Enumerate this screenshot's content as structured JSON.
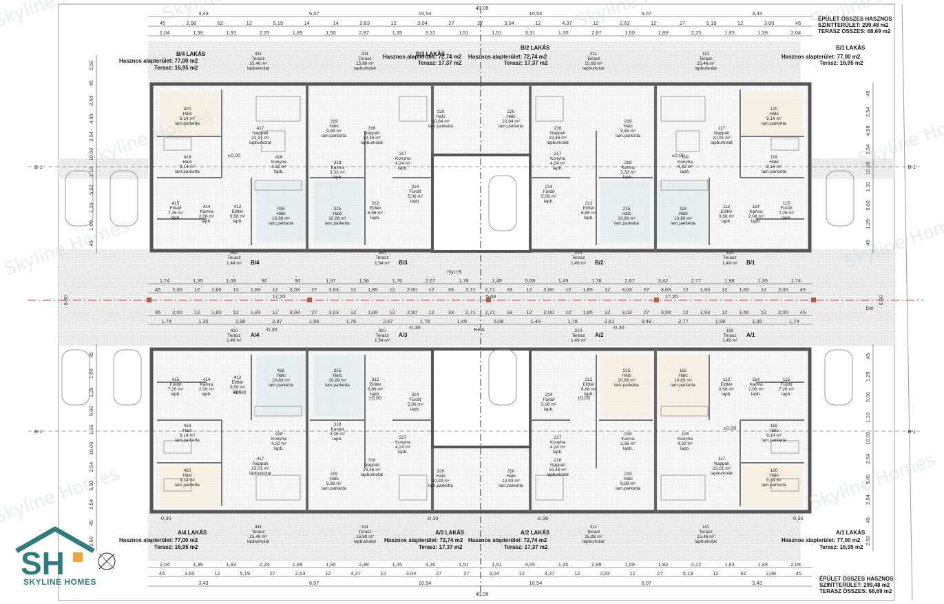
{
  "watermark": "Skyline Homes",
  "logo": {
    "initials": "SH",
    "name": "SKYLINE HOMES",
    "colors": {
      "primary": "#2f7b7e",
      "accent": "#f2a33a"
    }
  },
  "summary_top": {
    "line1": "ÉPÜLET ÖSSZES HASZNOS",
    "line2": "SZINTTERÜLET: 299,48 m2",
    "line3": "TERASZ ÖSSZES: 68,69 m2"
  },
  "summary_bottom": {
    "line1": "ÉPÜLET ÖSSZES HASZNOS",
    "line2": "SZINTTERÜLET: 299,48 m2",
    "line3": "TERASZ ÖSSZES: 68,69 m2"
  },
  "units_top": [
    {
      "code": "B/4 LAKÁS",
      "area": "Hasznos alapterület: 77,00 m2",
      "terrace": "Terasz: 16,95 m2"
    },
    {
      "code": "B/3 LAKÁS",
      "area": "Hasznos alapterület: 72,74 m2",
      "terrace": "Terasz: 17,37 m2"
    },
    {
      "code": "B/2 LAKÁS",
      "area": "Hasznos alapterület: 72,74 m2",
      "terrace": "Terasz: 17,37 m2"
    },
    {
      "code": "B/1 LAKÁS",
      "area": "Hasznos alapterület: 77,00 m2",
      "terrace": "Terasz: 16,95 m2"
    }
  ],
  "units_bottom": [
    {
      "code": "A/4 LAKÁS",
      "area": "Hasznos alapterület: 77,00 m2",
      "terrace": "Terasz: 16,95 m2"
    },
    {
      "code": "A/3 LAKÁS",
      "area": "Hasznos alapterület: 72,74 m2",
      "terrace": "Terasz: 17,37 m2"
    },
    {
      "code": "A/2 LAKÁS",
      "area": "Hasznos alapterület: 72,74 m2",
      "terrace": "Terasz: 17,37 m2"
    },
    {
      "code": "A/1 LAKÁS",
      "area": "Hasznos alapterület: 77,00 m2",
      "terrace": "Terasz: 16,95 m2"
    }
  ],
  "rooms_top": [
    {
      "num": "411",
      "name": "Terasz",
      "area": "15,46 m²",
      "floor": "lapburkolat"
    },
    {
      "num": "311",
      "name": "Terasz",
      "area": "15,88 m²",
      "floor": "lapburkolat"
    },
    {
      "num": "211",
      "name": "Terasz",
      "area": "15,88 m²",
      "floor": "lapburkolat"
    },
    {
      "num": "111",
      "name": "Terasz",
      "area": "15,46 m²",
      "floor": "lapburkolat"
    },
    {
      "num": "420",
      "name": "Háló",
      "area": "9,14 m²",
      "floor": "lam.parketta"
    },
    {
      "num": "417",
      "name": "Nappali",
      "area": "22,91 m²",
      "floor": "lapburkolat"
    },
    {
      "num": "319",
      "name": "Háló",
      "area": "9,88 m²",
      "floor": "lam.parketta"
    },
    {
      "num": "316",
      "name": "Nappali",
      "area": "19,46 m²",
      "floor": "lapburkolat"
    },
    {
      "num": "320",
      "name": "Háló",
      "area": "10,84 m²",
      "floor": "lam.parketta"
    },
    {
      "num": "220",
      "name": "Háló",
      "area": "10,84 m²",
      "floor": "lam.parketta"
    },
    {
      "num": "216",
      "name": "Nappali",
      "area": "19,46 m²",
      "floor": "lapburkolat"
    },
    {
      "num": "219",
      "name": "Háló",
      "area": "9,88 m²",
      "floor": "lam.parketta"
    },
    {
      "num": "117",
      "name": "Nappali",
      "area": "22,91 m²",
      "floor": "lapburkolat"
    },
    {
      "num": "120",
      "name": "Háló",
      "area": "9,14 m²",
      "floor": "lam.parketta"
    },
    {
      "num": "419",
      "name": "Háló",
      "area": "9,14 m²",
      "floor": "lam.parketta"
    },
    {
      "num": "418",
      "name": "Konyha",
      "area": "4,32 m²",
      "floor": "lapb."
    },
    {
      "num": "318",
      "name": "Kamra",
      "area": "3,33 m²",
      "floor": "lapb."
    },
    {
      "num": "317",
      "name": "Konyha",
      "area": "4,24 m²",
      "floor": "lapb."
    },
    {
      "num": "217",
      "name": "Konyha",
      "area": "4,24 m²",
      "floor": "lapb."
    },
    {
      "num": "218",
      "name": "Kamra",
      "area": "3,33 m²",
      "floor": "lapb."
    },
    {
      "num": "118",
      "name": "Konyha",
      "area": "4,32 m²",
      "floor": "lapb."
    },
    {
      "num": "119",
      "name": "Háló",
      "area": "9,14 m²",
      "floor": "lam.parketta"
    },
    {
      "num": "415",
      "name": "Fürdő",
      "area": "7,26 m²",
      "floor": "lapb."
    },
    {
      "num": "414",
      "name": "Kamra",
      "area": "2,06 m²",
      "floor": "lapb."
    },
    {
      "num": "412",
      "name": "Előtér",
      "area": "9,58 m²",
      "floor": "lapb."
    },
    {
      "num": "416",
      "name": "Háló",
      "area": "10,89 m²",
      "floor": "lam.parketta"
    },
    {
      "num": "315",
      "name": "Háló",
      "area": "10,89 m²",
      "floor": "lam.parketta"
    },
    {
      "num": "312",
      "name": "Előtér",
      "area": "6,86 m²",
      "floor": "lapb."
    },
    {
      "num": "314",
      "name": "Fürdő",
      "area": "5,06 m²",
      "floor": "lapb."
    },
    {
      "num": "214",
      "name": "Fürdő",
      "area": "5,06 m²",
      "floor": "lapb."
    },
    {
      "num": "212",
      "name": "Előtér",
      "area": "6,86 m²",
      "floor": "lapb."
    },
    {
      "num": "215",
      "name": "Háló",
      "area": "10,89 m²",
      "floor": "lam.parketta"
    },
    {
      "num": "116",
      "name": "Háló",
      "area": "10,89 m²",
      "floor": "lam.parketta"
    },
    {
      "num": "112",
      "name": "Előtér",
      "area": "9,58 m²",
      "floor": "lapb."
    },
    {
      "num": "114",
      "name": "Kamra",
      "area": "2,06 m²",
      "floor": "lapb."
    },
    {
      "num": "115",
      "name": "Fürdő",
      "area": "7,26 m²",
      "floor": "lapb."
    }
  ],
  "rooms_bottom": [
    {
      "num": "415",
      "name": "Fürdő",
      "area": "7,26 m²",
      "floor": "lapb."
    },
    {
      "num": "414",
      "name": "Kamra",
      "area": "2,06 m²",
      "floor": "lapb."
    },
    {
      "num": "412",
      "name": "Előtér",
      "area": "9,58 m²",
      "floor": "lapb."
    },
    {
      "num": "416",
      "name": "Háló",
      "area": "10,89 m²",
      "floor": "lam.parketta"
    },
    {
      "num": "315",
      "name": "Háló",
      "area": "10,89 m²",
      "floor": "lam.parketta"
    },
    {
      "num": "312",
      "name": "Előtér",
      "area": "6,86 m²",
      "floor": "lapb."
    },
    {
      "num": "314",
      "name": "Fürdő",
      "area": "5,06 m²",
      "floor": "lapb."
    },
    {
      "num": "214",
      "name": "Fürdő",
      "area": "5,06 m²",
      "floor": "lapb."
    },
    {
      "num": "212",
      "name": "Előtér",
      "area": "6,86 m²",
      "floor": "lapb."
    },
    {
      "num": "215",
      "name": "Háló",
      "area": "10,89 m²",
      "floor": "lam.parketta"
    },
    {
      "num": "116",
      "name": "Háló",
      "area": "10,89 m²",
      "floor": "lam.parketta"
    },
    {
      "num": "112",
      "name": "Előtér",
      "area": "9,58 m²",
      "floor": "lapb."
    },
    {
      "num": "114",
      "name": "Kamra",
      "area": "2,06 m²",
      "floor": "lapb."
    },
    {
      "num": "115",
      "name": "Fürdő",
      "area": "7,26 m²",
      "floor": "lapb."
    },
    {
      "num": "419",
      "name": "Háló",
      "area": "9,14 m²",
      "floor": "lam.parketta"
    },
    {
      "num": "418",
      "name": "Konyha",
      "area": "4,32 m²",
      "floor": "lapb."
    },
    {
      "num": "318",
      "name": "Kamra",
      "area": "3,36 m²",
      "floor": "lapb."
    },
    {
      "num": "317",
      "name": "Konyha",
      "area": "4,24 m²",
      "floor": "lapb."
    },
    {
      "num": "217",
      "name": "Konyha",
      "area": "4,24 m²",
      "floor": "lapb."
    },
    {
      "num": "218",
      "name": "Kamra",
      "area": "3,36 m²",
      "floor": "lapb."
    },
    {
      "num": "118",
      "name": "Konyha",
      "area": "4,32 m²",
      "floor": "lapb."
    },
    {
      "num": "119",
      "name": "Háló",
      "area": "9,14 m²",
      "floor": "lam.parketta"
    },
    {
      "num": "417",
      "name": "Nappali",
      "area": "23,01 m²",
      "floor": "lapburkolat"
    },
    {
      "num": "420",
      "name": "Háló",
      "area": "9,14 m²",
      "floor": "lam.parketta"
    },
    {
      "num": "319",
      "name": "Háló",
      "area": "9,98 m²",
      "floor": "lam.parketta"
    },
    {
      "num": "316",
      "name": "Nappali",
      "area": "19,46 m²",
      "floor": "lapburkolat"
    },
    {
      "num": "320",
      "name": "Háló",
      "area": "10,93 m²",
      "floor": "lam.parketta"
    },
    {
      "num": "220",
      "name": "Háló",
      "area": "10,93 m²",
      "floor": "lam.parketta"
    },
    {
      "num": "216",
      "name": "Nappali",
      "area": "19,46 m²",
      "floor": "lapburkolat"
    },
    {
      "num": "219",
      "name": "Háló",
      "area": "9,98 m²",
      "floor": "lam.parketta"
    },
    {
      "num": "117",
      "name": "Nappali",
      "area": "23,01 m²",
      "floor": "lapburkolat"
    },
    {
      "num": "120",
      "name": "Háló",
      "area": "9,14 m²",
      "floor": "lam.parketta"
    },
    {
      "num": "411",
      "name": "Terasz",
      "area": "15,46 m²",
      "floor": "lapburkolat"
    },
    {
      "num": "311",
      "name": "Terasz",
      "area": "15,88 m²",
      "floor": "lapburkolat"
    },
    {
      "num": "211",
      "name": "Terasz",
      "area": "15,88 m²",
      "floor": "lapburkolat"
    },
    {
      "num": "111",
      "name": "Terasz",
      "area": "15,46 m²",
      "floor": "lapburkolat"
    }
  ],
  "entrances_top": [
    {
      "num": "410",
      "name": "Terasz",
      "area": "1,49 m²",
      "code": "B/4"
    },
    {
      "num": "310",
      "name": "Terasz",
      "area": "1,54 m²",
      "code": "B/3"
    },
    {
      "num": "210",
      "name": "Terasz",
      "area": "1,49 m²",
      "code": "B/2"
    },
    {
      "num": "110",
      "name": "Terasz",
      "area": "1,49 m²",
      "code": "B/1"
    }
  ],
  "entrances_bottom": [
    {
      "num": "410",
      "name": "Terasz",
      "area": "1,49 m²",
      "code": "A/4"
    },
    {
      "num": "310",
      "name": "Terasz",
      "area": "1,54 m²",
      "code": "A/3"
    },
    {
      "num": "210",
      "name": "Terasz",
      "area": "1,49 m²",
      "code": "A/2"
    },
    {
      "num": "110",
      "name": "Terasz",
      "area": "1,49 m²",
      "code": "A/1"
    }
  ],
  "dims": {
    "top_row1": [
      "3,43",
      "6,07",
      "10,54",
      "10,54",
      "6,07",
      "3,43"
    ],
    "top_row1_mid": "40,08",
    "top_row2": [
      "45",
      "2,98",
      "62",
      "12",
      "5,19",
      "14",
      "14",
      "2,63",
      "12",
      "3,04",
      "27",
      "27",
      "3,04",
      "12",
      "4,37",
      "12",
      "2,63",
      "12",
      "27",
      "5,19",
      "12",
      "3,60",
      "45"
    ],
    "top_row3": [
      "2,04",
      "1,39",
      "1,93",
      "2,25",
      "1,89",
      "1,50",
      "2,87",
      "1,35",
      "3,31",
      "1,51",
      "1,51",
      "3,31",
      "1,35",
      "2,87",
      "1,50",
      "1,89",
      "2,25",
      "1,93",
      "1,39",
      "2,04"
    ],
    "mid_row1": [
      "1,74",
      "1,35",
      "1,08",
      "90",
      "90",
      "1,97",
      "1,56",
      "1,76",
      "2,67",
      "1,78",
      "1,49",
      "5,68",
      "1,49",
      "1,78",
      "2,67",
      "3,42",
      "2,77",
      "1,98",
      "1,35",
      "1,74"
    ],
    "mid_row2": [
      "45",
      "2,00",
      "12",
      "1,60",
      "12",
      "1,93",
      "12",
      "3,03",
      "27",
      "3,03",
      "12",
      "1,85",
      "12",
      "2,00",
      "12",
      "33",
      "2,71",
      "2,71",
      "33",
      "12",
      "2,00",
      "12",
      "1,85",
      "12",
      "3,03",
      "27",
      "3,03",
      "12",
      "1,93",
      "12",
      "1,60",
      "12",
      "2,00",
      "45"
    ],
    "mid_total": [
      "17,20",
      "5,68",
      "17,20"
    ],
    "mid_row3": [
      "45",
      "2,00",
      "12",
      "1,60",
      "12",
      "1,93",
      "12",
      "3,03",
      "27",
      "3,03",
      "12",
      "1,85",
      "12",
      "2,00",
      "12",
      "33",
      "2,71",
      "2,71",
      "33",
      "12",
      "2,00",
      "12",
      "1,85",
      "12",
      "3,03",
      "27",
      "3,03",
      "12",
      "1,93",
      "12",
      "1,60",
      "12",
      "2,00",
      "45"
    ],
    "mid_row4": [
      "1,74",
      "1,35",
      "1,98",
      "2,87",
      "1,56",
      "1,76",
      "2,67",
      "1,78",
      "1,49",
      "5,68",
      "1,49",
      "1,78",
      "2,61",
      "3,48",
      "2,77",
      "1,98",
      "1,35",
      "1,74"
    ],
    "bottom_row1": [
      "2,04",
      "1,39",
      "1,93",
      "2,25",
      "1,89",
      "1,50",
      "2,88",
      "1,35",
      "3,30",
      "1,51",
      "1,51",
      "4,65",
      "1,35",
      "2,88",
      "1,50",
      "1,92",
      "2,22",
      "1,93",
      "1,39",
      "2,04"
    ],
    "bottom_row2": [
      "45",
      "3,60",
      "12",
      "5,19",
      "27",
      "2,63",
      "12",
      "4,37",
      "12",
      "3,04",
      "27",
      "27",
      "3,04",
      "12",
      "4,37",
      "12",
      "2,63",
      "12",
      "27",
      "5,19",
      "12",
      "62",
      "2,98",
      "45"
    ],
    "bottom_row3": [
      "3,43",
      "6,07",
      "10,54",
      "10,54",
      "6,07",
      "3,43"
    ],
    "bottom_row3_mid": "40,08",
    "side_left_top": [
      "2,50",
      "45",
      "2,54",
      "4,98",
      "2,54",
      "10,00",
      "1,10",
      "5,02",
      "1,29",
      "1,00",
      "45"
    ],
    "side_right_top": [
      "45",
      "2,54",
      "4,98",
      "2,54",
      "10,00",
      "1,10",
      "5,02",
      "1,29",
      "45"
    ],
    "side_left_bottom": [
      "45",
      "1,00",
      "1,29",
      "5,00",
      "1,10",
      "10,00",
      "2,54",
      "5,00",
      "2,54",
      "45",
      "2,50"
    ],
    "side_right_bottom": [
      "45",
      "1,29",
      "5,00",
      "1,10",
      "10,00",
      "2,54",
      "5,00",
      "2,54",
      "45",
      "2,50"
    ],
    "tag_mid_left": "6,00",
    "tag_mid_right": "6,00",
    "section_b": "B-1",
    "axis_nyu": "Nyu B",
    "axis_ke": "Ke A",
    "axis_del": "Del",
    "level_marks": [
      "±0,00",
      "-0,30"
    ]
  }
}
